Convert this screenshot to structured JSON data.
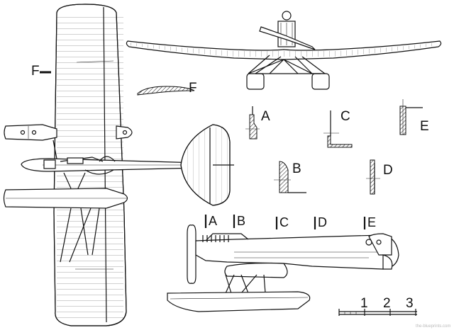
{
  "labels": {
    "F_side": "F",
    "F_profile": "F",
    "A": "A",
    "B": "B",
    "C": "C",
    "D": "D",
    "E": "E",
    "sec_A": "A",
    "sec_B": "B",
    "sec_C": "C",
    "sec_D": "D",
    "sec_E": "E"
  },
  "scale": {
    "ticks": [
      "1",
      "2",
      "3"
    ]
  },
  "watermark": "the-blueprints.com"
}
